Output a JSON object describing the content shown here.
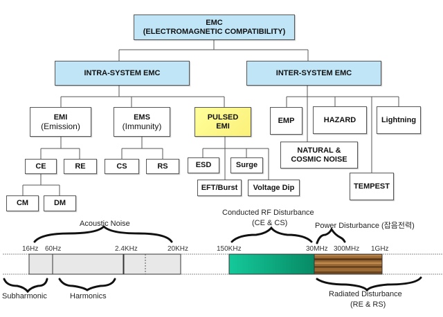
{
  "root": {
    "line1": "EMC",
    "line2": "(ELECTROMAGNETIC COMPATIBILITY)"
  },
  "level1": {
    "intra": "INTRA-SYSTEM EMC",
    "inter": "INTER-SYSTEM EMC"
  },
  "intra_children": {
    "emi": {
      "title": "EMI",
      "sub": "(Emission)"
    },
    "ems": {
      "title": "EMS",
      "sub": "(Immunity)"
    },
    "pulsed": {
      "line1": "PULSED",
      "line2": "EMI"
    }
  },
  "emi_children": {
    "ce": "CE",
    "re": "RE"
  },
  "ce_children": {
    "cm": "CM",
    "dm": "DM"
  },
  "ems_children": {
    "cs": "CS",
    "rs": "RS"
  },
  "pulsed_children": {
    "esd": "ESD",
    "surge": "Surge",
    "eft": "EFT/Burst",
    "vdip": "Voltage Dip"
  },
  "inter_children": {
    "emp": "EMP",
    "hazard": "HAZARD",
    "lightning": "Lightning",
    "natural": {
      "line1": "NATURAL &",
      "line2": "COSMIC NOISE"
    },
    "tempest": "TEMPEST"
  },
  "spectrum": {
    "ticks": [
      "16Hz",
      "60Hz",
      "2.4KHz",
      "20KHz",
      "150KHz",
      "30MHz",
      "300MHz",
      "1GHz"
    ],
    "acoustic_noise": "Acoustic Noise",
    "conducted": {
      "line1": "Conducted RF Disturbance",
      "line2": "(CE & CS)"
    },
    "power": "Power Disturbance (잡음전력)",
    "subharmonic": "Subharmonic",
    "harmonics": "Harmonics",
    "radiated": {
      "line1": "Radiated Disturbance",
      "line2": "(RE & RS)"
    }
  },
  "colors": {
    "level_box": "#bfe5f7",
    "pulsed_box": "#fbf07a",
    "conducted_band": "#0fb58a",
    "radiated_band": "#8a5a2a",
    "audio_band": "#e8e8e8"
  }
}
